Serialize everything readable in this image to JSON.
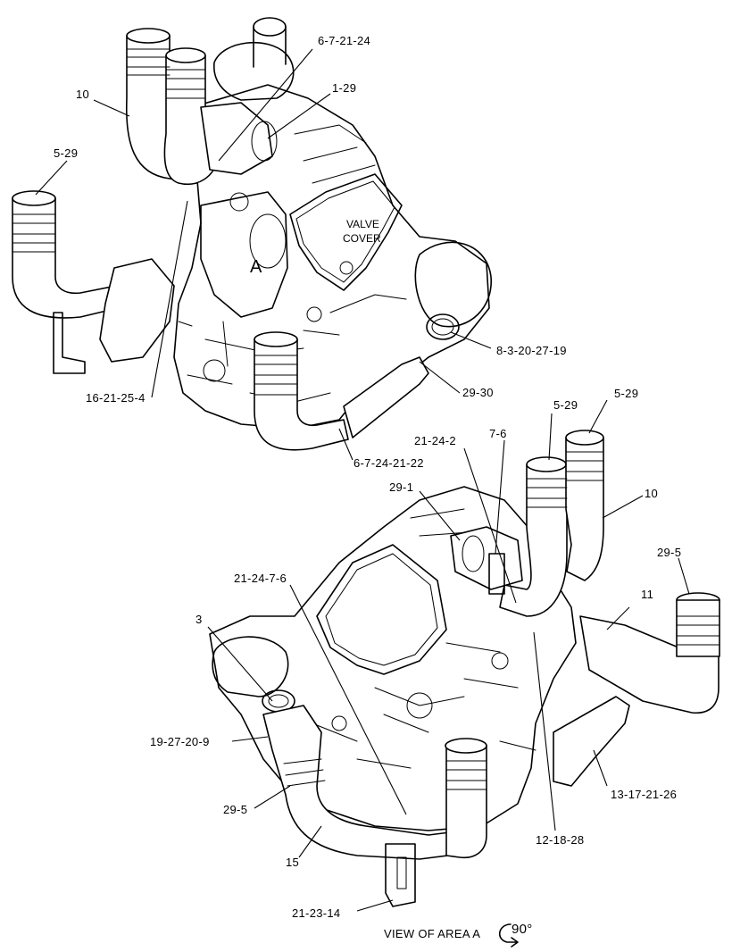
{
  "callouts": {
    "c_6_7_21_24": "6-7-21-24",
    "c_1_29": "1-29",
    "c_10_top": "10",
    "c_5_29_left": "5-29",
    "c_valve_cover_1": "VALVE",
    "c_valve_cover_2": "COVER",
    "c_area_a": "A",
    "c_8_3_20_27_19": "8-3-20-27-19",
    "c_29_30": "29-30",
    "c_16_21_25_4": "16-21-25-4",
    "c_6_7_24_21_22": "6-7-24-21-22",
    "c_5_29_mid": "5-29",
    "c_5_29_right": "5-29",
    "c_21_24_2": "21-24-2",
    "c_7_6": "7-6",
    "c_29_1": "29-1",
    "c_10_bottom": "10",
    "c_29_5_right": "29-5",
    "c_21_24_7_6": "21-24-7-6",
    "c_11": "11",
    "c_3": "3",
    "c_19_27_20_9": "19-27-20-9",
    "c_13_17_21_26": "13-17-21-26",
    "c_29_5_left": "29-5",
    "c_12_18_28": "12-18-28",
    "c_15": "15",
    "c_21_23_14": "21-23-14",
    "c_view_area_a": "VIEW OF AREA A",
    "c_rotation": "90°"
  }
}
